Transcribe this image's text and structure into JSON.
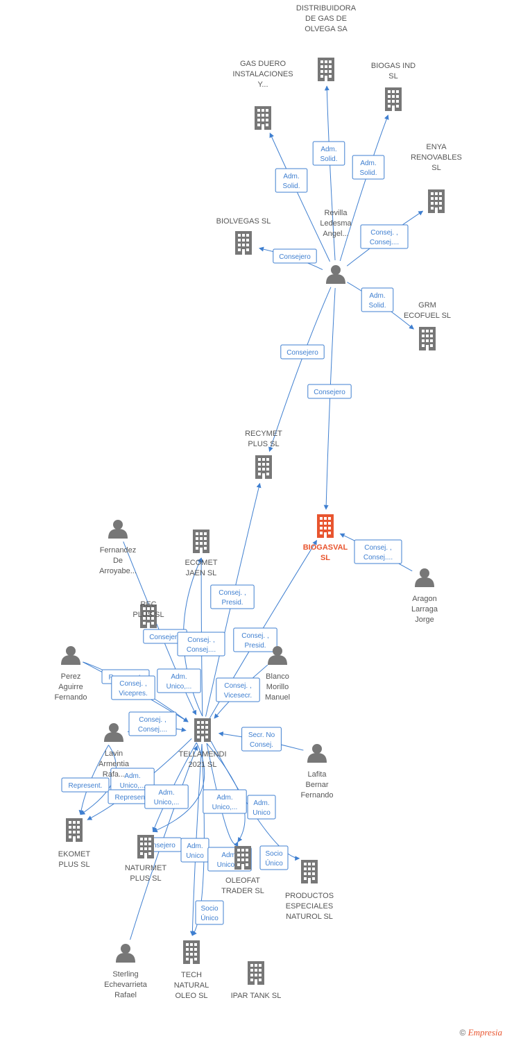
{
  "colors": {
    "edge": "#3f7fd0",
    "node": "#777777",
    "main_node": "#e8552f"
  },
  "nodes": [
    {
      "id": "dist",
      "type": "company",
      "label": [
        "DISTRIBUIDORA",
        "DE GAS DE",
        "OLVEGA SA"
      ]
    },
    {
      "id": "biogas",
      "type": "company",
      "label": [
        "BIOGAS IND",
        "SL"
      ]
    },
    {
      "id": "gasduero",
      "type": "company",
      "label": [
        "GAS DUERO",
        "INSTALACIONES",
        "Y..."
      ]
    },
    {
      "id": "enya",
      "type": "company",
      "label": [
        "ENYA",
        "RENOVABLES",
        "SL"
      ]
    },
    {
      "id": "biolvegas",
      "type": "company",
      "label": [
        "BIOLVEGAS SL"
      ]
    },
    {
      "id": "revilla",
      "type": "person",
      "label": [
        "Revilla",
        "Ledesma",
        "Angel..."
      ]
    },
    {
      "id": "grm",
      "type": "company",
      "label": [
        "GRM",
        "ECOFUEL SL"
      ]
    },
    {
      "id": "recymet",
      "type": "company",
      "label": [
        "RECYMET",
        "PLUS SL"
      ]
    },
    {
      "id": "biogasval",
      "type": "company",
      "main": true,
      "label": [
        "BIOGASVAL",
        "SL"
      ]
    },
    {
      "id": "aragon",
      "type": "person",
      "label": [
        "Aragon",
        "Larraga",
        "Jorge"
      ]
    },
    {
      "id": "fernandez",
      "type": "person",
      "label": [
        "Fernandez",
        "De",
        "Arroyabe..."
      ]
    },
    {
      "id": "ecomet",
      "type": "company",
      "label": [
        "ECOMET",
        "JAEN SL"
      ]
    },
    {
      "id": "rec",
      "type": "company",
      "label": [
        "REC",
        "PLUS SL"
      ]
    },
    {
      "id": "perez",
      "type": "person",
      "label": [
        "Perez",
        "Aguirre",
        "Fernando"
      ]
    },
    {
      "id": "blanco",
      "type": "person",
      "label": [
        "Blanco",
        "Morillo",
        "Manuel"
      ]
    },
    {
      "id": "lavin",
      "type": "person",
      "label": [
        "Lavin",
        "Armentia",
        "Rafa..."
      ]
    },
    {
      "id": "tellamendi",
      "type": "company",
      "label": [
        "TELLAMENDI",
        "2021 SL"
      ]
    },
    {
      "id": "lafita",
      "type": "person",
      "label": [
        "Lafita",
        "Bernar",
        "Fernando"
      ]
    },
    {
      "id": "ekomet",
      "type": "company",
      "label": [
        "EKOMET",
        "PLUS SL"
      ]
    },
    {
      "id": "naturmet",
      "type": "company",
      "label": [
        "NATURMET",
        "PLUS SL"
      ]
    },
    {
      "id": "oleofat",
      "type": "company",
      "label": [
        "OLEOFAT",
        "TRADER SL"
      ]
    },
    {
      "id": "productos",
      "type": "company",
      "label": [
        "PRODUCTOS",
        "ESPECIALES",
        "NATUROL SL"
      ]
    },
    {
      "id": "sterling",
      "type": "person",
      "label": [
        "Sterling",
        "Echevarrieta",
        "Rafael"
      ]
    },
    {
      "id": "tech",
      "type": "company",
      "label": [
        "TECH",
        "NATURAL",
        "OLEO SL"
      ]
    },
    {
      "id": "ipar",
      "type": "company",
      "label": [
        "IPAR TANK SL"
      ]
    }
  ],
  "edge_labels": [
    [
      "Adm.",
      "Solid."
    ],
    [
      "Adm.",
      "Solid."
    ],
    [
      "Adm.",
      "Solid."
    ],
    [
      "Consej. ,",
      "Consej...."
    ],
    [
      "Consejero"
    ],
    [
      "Adm.",
      "Solid."
    ],
    [
      "Consejero"
    ],
    [
      "Consejero"
    ],
    [
      "Consej. ,",
      "Consej...."
    ],
    [
      "Consej. ,",
      "Presid."
    ],
    [
      "Consej. ,",
      "Presid."
    ],
    [
      "Consejero"
    ],
    [
      "Consej. ,",
      "Consej...."
    ],
    [
      "Represent."
    ],
    [
      "Consej. ,",
      "Vicepres."
    ],
    [
      "Adm.",
      "Unico,..."
    ],
    [
      "Consej. ,",
      "Vicesecr."
    ],
    [
      "Consej. ,",
      "Consej...."
    ],
    [
      "Secr. No",
      "Consej."
    ],
    [
      "Represent."
    ],
    [
      "Adm.",
      "Unico,..."
    ],
    [
      "Represent."
    ],
    [
      "Adm.",
      "Unico,..."
    ],
    [
      "Adm.",
      "Unico,..."
    ],
    [
      "Adm.",
      "Unico"
    ],
    [
      "Consejero"
    ],
    [
      "Adm.",
      "Unico"
    ],
    [
      "Adm.",
      "Unico,..."
    ],
    [
      "Socio",
      "Único"
    ],
    [
      "Socio",
      "Único"
    ]
  ],
  "footer": {
    "copyright": "©",
    "brand": "Empresia"
  }
}
